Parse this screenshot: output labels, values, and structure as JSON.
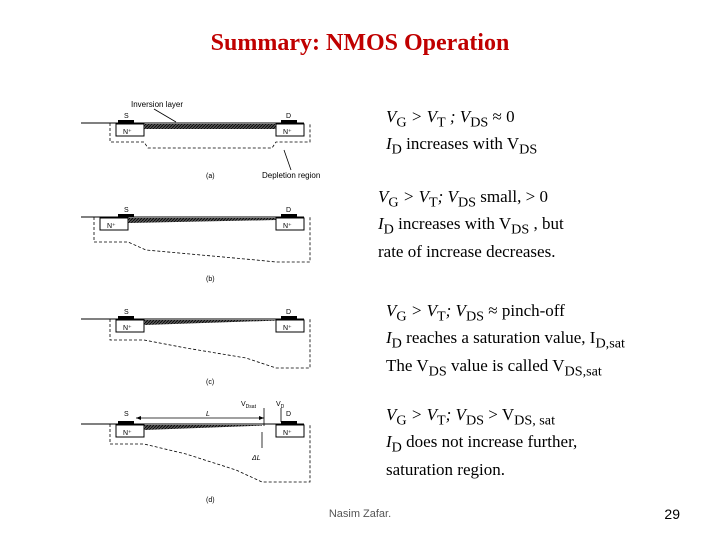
{
  "title": "Summary: NMOS Operation",
  "figure_labels": {
    "source": "S",
    "drain": "D",
    "n_plus": "N⁺",
    "inversion_layer": "Inversion layer",
    "depletion_region": "Depletion region",
    "vdsat": "V",
    "vdsat_sub": "Dsat",
    "vd": "V",
    "vd_sub": "D",
    "L": "L",
    "delta_L": "ΔL",
    "panels": [
      "(a)",
      "(b)",
      "(c)",
      "(d)"
    ]
  },
  "descriptions": [
    {
      "line1": {
        "a": "V",
        "a_sub": "G",
        "b": " > V",
        "b_sub": "T",
        "c": " ; V",
        "c_sub": "DS",
        "d": " ≈ 0"
      },
      "line2": {
        "a": "I",
        "a_sub": "D",
        "b": " increases with V",
        "b_sub": "DS"
      }
    },
    {
      "line1": {
        "a": "V",
        "a_sub": "G",
        "b": " > V",
        "b_sub": "T",
        "c": "; V",
        "c_sub": "DS",
        "d": " small, > 0"
      },
      "line2": {
        "a": "I",
        "a_sub": "D",
        "b": " increases with V",
        "b_sub": "DS",
        "c": " , but"
      },
      "line3": "rate of increase decreases."
    },
    {
      "line1": {
        "a": "V",
        "a_sub": "G",
        "b": " > V",
        "b_sub": "T",
        "c": "; V",
        "c_sub": "DS",
        "d": " ≈ pinch-off"
      },
      "line2": {
        "a": "I",
        "a_sub": "D",
        "b": " reaches a saturation value, I",
        "b_sub": "D,sat"
      },
      "line3": {
        "a": "The V",
        "a_sub": "DS",
        "b": " value is called V",
        "b_sub": "DS,sat"
      }
    },
    {
      "line1": {
        "a": "V",
        "a_sub": "G",
        "b": " > V",
        "b_sub": "T",
        "c": "; V",
        "c_sub": "DS",
        "d": " > V",
        "d_sub": "DS, sat"
      },
      "line2": {
        "a": "I",
        "a_sub": "D",
        "b": " does not increase further,"
      },
      "line3": "saturation region."
    }
  ],
  "footer": "Nasim Zafar.",
  "page_number": "29",
  "colors": {
    "title": "#c00000"
  }
}
